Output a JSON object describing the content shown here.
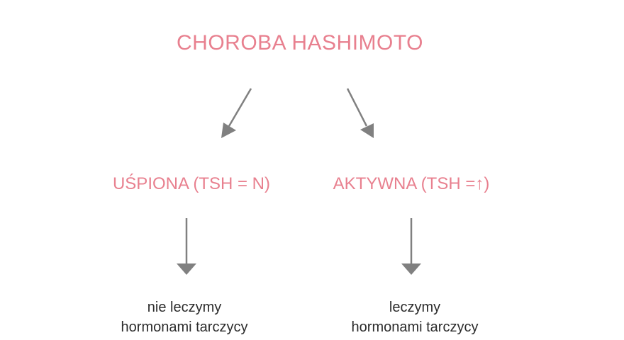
{
  "diagram": {
    "title": "CHOROBA HASHIMOTO",
    "left": {
      "state": "UŚPIONA (TSH = N)",
      "outcome_line1": "nie leczymy",
      "outcome_line2": "hormonami tarczycy"
    },
    "right": {
      "state": "AKTYWNA (TSH =↑)",
      "outcome_line1": "leczymy",
      "outcome_line2": "hormonami tarczycy"
    },
    "colors": {
      "accent": "#e8808f",
      "arrow": "#808080",
      "text": "#2b2b2b"
    }
  }
}
